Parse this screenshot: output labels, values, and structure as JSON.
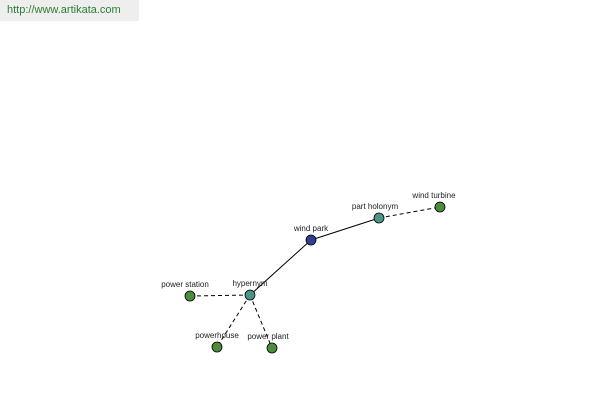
{
  "header": {
    "url": "http://www.artikata.com"
  },
  "colors": {
    "url_text": "#2e7d32",
    "url_bar": "#eeeeee",
    "center_node": "#2e3f94",
    "relation_node": "#4a9488",
    "term_node": "#4c8c3c",
    "edge": "#000000"
  },
  "graph": {
    "nodes": [
      {
        "id": "wind-park",
        "label": "wind park",
        "kind": "center"
      },
      {
        "id": "part-holonym",
        "label": "part holonym",
        "kind": "relation"
      },
      {
        "id": "wind-turbine",
        "label": "wind turbine",
        "kind": "term"
      },
      {
        "id": "hypernym",
        "label": "hypernym",
        "kind": "relation"
      },
      {
        "id": "power-station",
        "label": "power station",
        "kind": "term"
      },
      {
        "id": "powerhouse",
        "label": "powerhouse",
        "kind": "term"
      },
      {
        "id": "power-plant",
        "label": "power plant",
        "kind": "term"
      }
    ],
    "edges": [
      {
        "from": "wind-park",
        "to": "part-holonym",
        "style": "solid"
      },
      {
        "from": "part-holonym",
        "to": "wind-turbine",
        "style": "dashed"
      },
      {
        "from": "wind-park",
        "to": "hypernym",
        "style": "solid"
      },
      {
        "from": "hypernym",
        "to": "power-station",
        "style": "dashed"
      },
      {
        "from": "hypernym",
        "to": "powerhouse",
        "style": "dashed"
      },
      {
        "from": "hypernym",
        "to": "power-plant",
        "style": "dashed"
      }
    ]
  }
}
